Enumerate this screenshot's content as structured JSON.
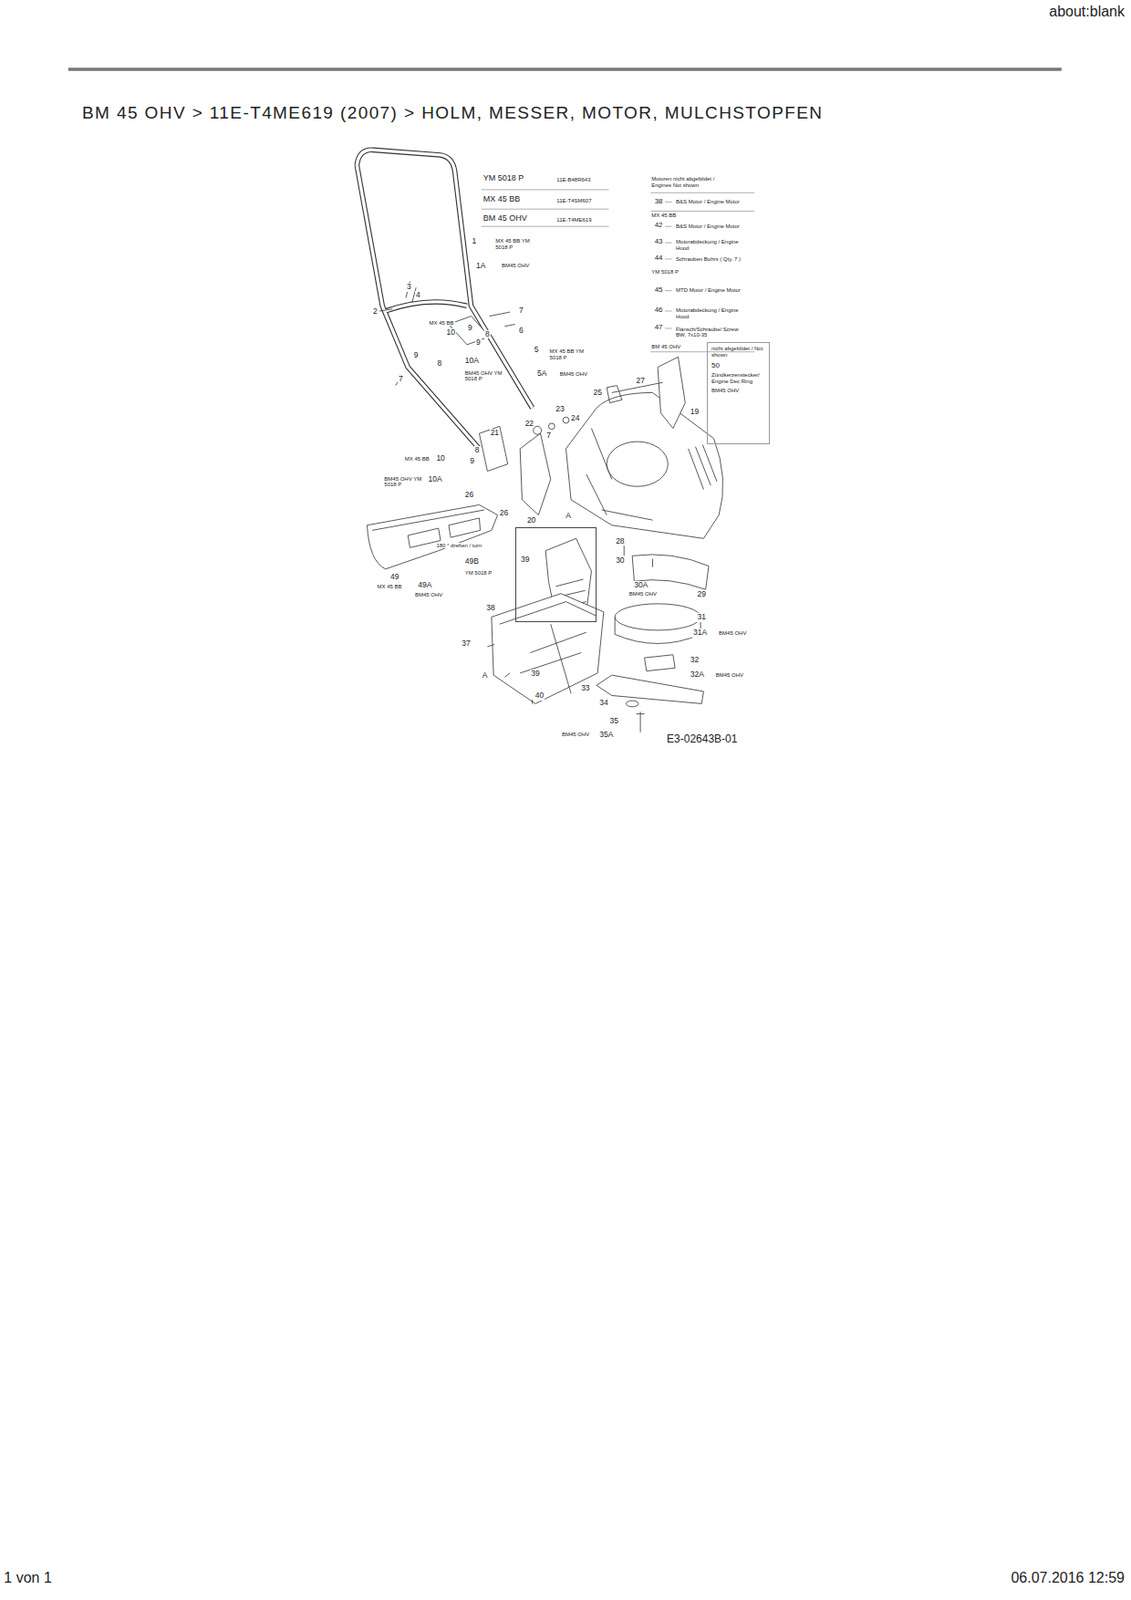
{
  "diagram": {
    "title": "BM 45 OHV  >  11E-T4ME619 (2007)  >  HOLM, MESSER, MOTOR, MULCHSTOPFEN",
    "nodes": [
      {
        "text": [
          "nicht abgebildet / Not shown",
          "50",
          "Zündkerzenstecker/ Engine Dec Ring",
          "BM45 OHV"
        ]
      },
      {
        "text": [
          "39"
        ]
      }
    ],
    "labels": [
      "about:blank",
      "YM 5018 P",
      "11E-B48R643",
      "MX 45 BB",
      "11E-T4SM607",
      "BM 45 OHV",
      "11E-T4ME619",
      "Motoren nicht abgebildet / Engines Not shown",
      "38",
      "B&S Motor / Engine Motor",
      "MX 45 BB",
      "42",
      "B&S Motor / Engine Motor",
      "43",
      "Motorabdeckung / Engine Hood",
      "44",
      "Schrauben Bohrs ( Qty. 7 )",
      "YM 5018 P",
      "45",
      "MTD Motor / Engine Motor",
      "46",
      "Motorabdeckung / Engine Hood",
      "47",
      "Flansch/Schraube/ Screw BW, 7x10-35",
      "BM 45 OHV",
      "1",
      "MX 45 BB YM 5018 P",
      "1A",
      "BM45 OHV",
      "2",
      "3",
      "4",
      "7",
      "MX 45 BB",
      "10",
      "9",
      "9",
      "8",
      "6",
      "9",
      "8",
      "7",
      "10A",
      "BM45 OHV YM 5018 P",
      "5",
      "MX 45 BB YM 5018 P",
      "5A",
      "BM45 OHV",
      "25",
      "27",
      "19",
      "22",
      "23",
      "7",
      "24",
      "21",
      "MX 45 BB",
      "10",
      "9",
      "8",
      "BM45 OHV YM 5018 P",
      "10A",
      "26",
      "26",
      "20",
      "A",
      "28",
      "30",
      "30A",
      "BM45 OHV",
      "29",
      "180 ° drehen / turn",
      "49",
      "MX 45 BB",
      "49A",
      "BM45 OHV",
      "49B",
      "YM 5018 P",
      "31",
      "31A",
      "BM45 OHV",
      "32",
      "32A",
      "BM45 OHV",
      "33",
      "34",
      "35",
      "BM45 OHV",
      "35A",
      "37",
      "38",
      "A",
      "39",
      "40",
      "E3-02643B-01",
      "1 von 1",
      "06.07.2016 12:59"
    ]
  }
}
